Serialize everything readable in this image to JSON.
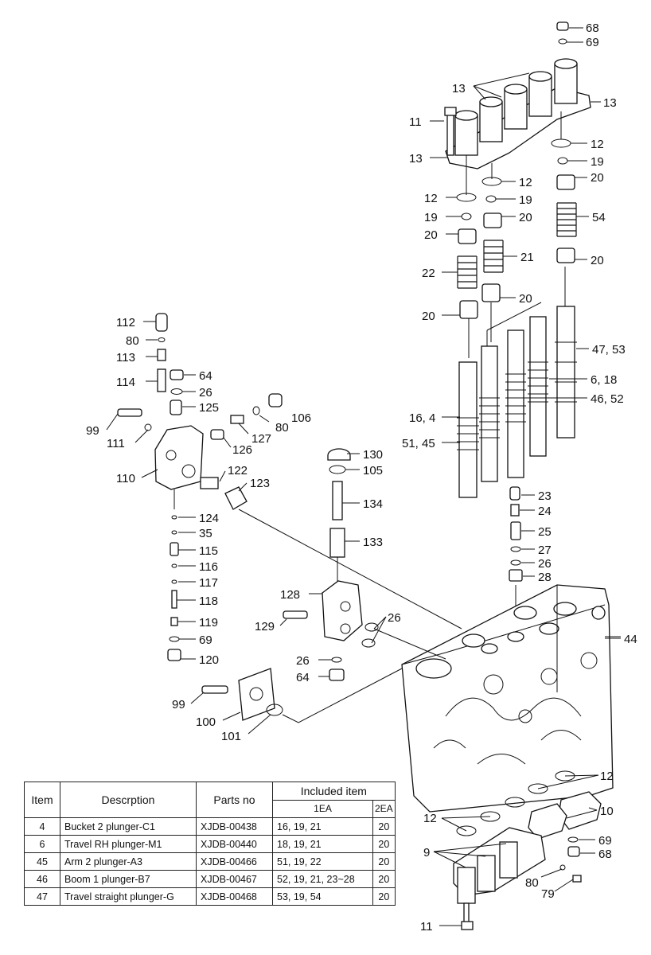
{
  "callouts": {
    "p68": "68",
    "p69": "69",
    "p13a": "13",
    "p13b": "13",
    "p13c": "13",
    "p11a": "11",
    "p12a": "12",
    "p12b": "12",
    "p12c": "12",
    "p19a": "19",
    "p19b": "19",
    "p19c": "19",
    "p20a": "20",
    "p20b": "20",
    "p20c": "20",
    "p20d": "20",
    "p20e": "20",
    "p20f": "20",
    "p54": "54",
    "p21": "21",
    "p22": "22",
    "p47_53": "47, 53",
    "p6_18": "6, 18",
    "p46_52": "46, 52",
    "p16_4": "16, 4",
    "p51_45": "51, 45",
    "p23": "23",
    "p24": "24",
    "p25": "25",
    "p27": "27",
    "p26a": "26",
    "p28": "28",
    "p44": "44",
    "p112": "112",
    "p80a": "80",
    "p113": "113",
    "p114": "114",
    "p64a": "64",
    "p26b": "26",
    "p125": "125",
    "p99a": "99",
    "p111": "111",
    "p106": "106",
    "p80b": "80",
    "p127": "127",
    "p126": "126",
    "p110": "110",
    "p122": "122",
    "p123": "123",
    "p124": "124",
    "p35": "35",
    "p115": "115",
    "p116": "116",
    "p117": "117",
    "p118": "118",
    "p119": "119",
    "p69b": "69",
    "p120": "120",
    "p130": "130",
    "p105": "105",
    "p134": "134",
    "p133": "133",
    "p128": "128",
    "p129": "129",
    "p26c": "26",
    "p26d": "26",
    "p64b": "64",
    "p99b": "99",
    "p100": "100",
    "p101": "101",
    "p12d": "12",
    "p12e": "12",
    "p10": "10",
    "p9": "9",
    "p69c": "69",
    "p68b": "68",
    "p80c": "80",
    "p79": "79",
    "p11b": "11"
  },
  "table": {
    "headers": {
      "item": "Item",
      "description": "Descrption",
      "parts_no": "Parts no",
      "included": "Included item",
      "ea1": "1EA",
      "ea2": "2EA"
    },
    "rows": [
      {
        "item": "4",
        "description": "Bucket 2 plunger-C1",
        "parts_no": "XJDB-00438",
        "ea1": "16, 19, 21",
        "ea2": "20"
      },
      {
        "item": "6",
        "description": "Travel RH plunger-M1",
        "parts_no": "XJDB-00440",
        "ea1": "18, 19, 21",
        "ea2": "20"
      },
      {
        "item": "45",
        "description": "Arm 2 plunger-A3",
        "parts_no": "XJDB-00466",
        "ea1": "51, 19, 22",
        "ea2": "20"
      },
      {
        "item": "46",
        "description": "Boom 1 plunger-B7",
        "parts_no": "XJDB-00467",
        "ea1": "52, 19, 21, 23~28",
        "ea2": "20"
      },
      {
        "item": "47",
        "description": "Travel straight plunger-G",
        "parts_no": "XJDB-00468",
        "ea1": "53, 19, 54",
        "ea2": "20"
      }
    ]
  }
}
